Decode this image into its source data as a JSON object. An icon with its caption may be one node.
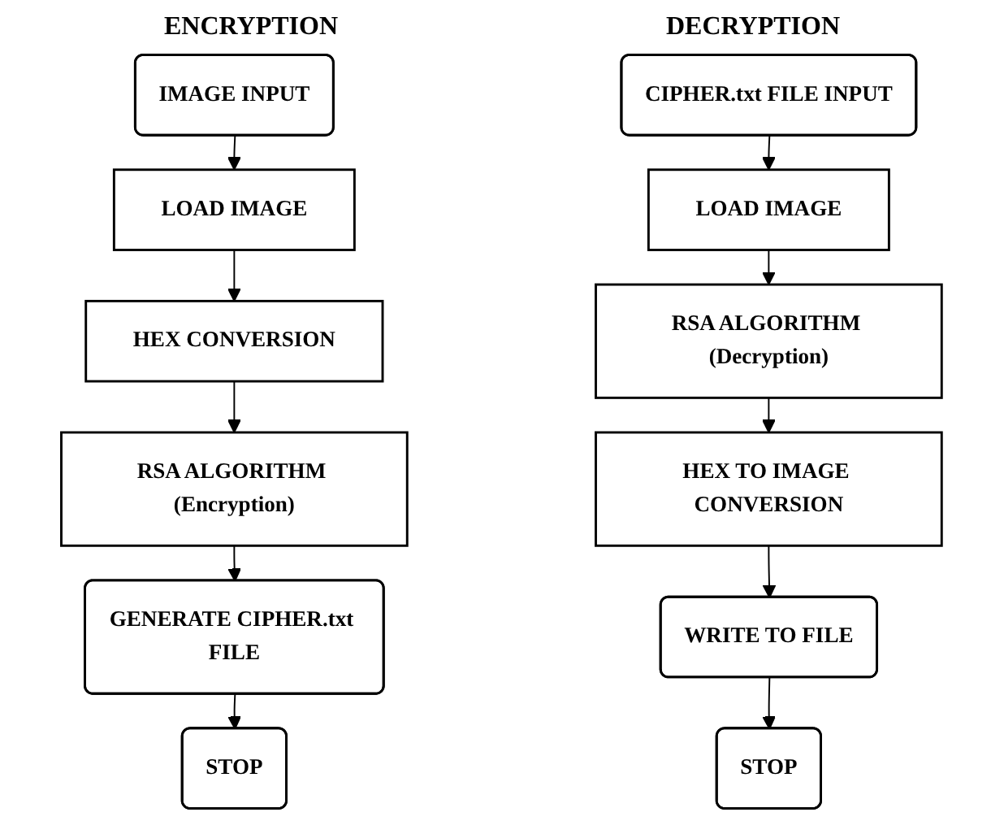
{
  "diagram": {
    "nodes": [
      {
        "text": [
          "IMAGE INPUT"
        ]
      },
      {
        "text": [
          "LOAD IMAGE"
        ]
      },
      {
        "text": [
          "HEX CONVERSION"
        ]
      },
      {
        "text": [
          "RSA ALGORITHM (Encryption)"
        ]
      },
      {
        "text": [
          "GENERATE CIPHER.txt FILE"
        ]
      },
      {
        "text": [
          "STOP"
        ]
      },
      {
        "text": [
          "CIPHER.txt FILE INPUT"
        ]
      },
      {
        "text": [
          "LOAD IMAGE"
        ]
      },
      {
        "text": [
          "RSA ALGORITHM (Decryption)"
        ]
      },
      {
        "text": [
          "HEX TO IMAGE CONVERSION"
        ]
      },
      {
        "text": [
          "WRITE TO FILE"
        ]
      },
      {
        "text": [
          "STOP"
        ]
      }
    ],
    "edges": [
      {
        "from": 0,
        "to": 1,
        "arrow": "to"
      },
      {
        "from": 1,
        "to": 2,
        "arrow": "to"
      },
      {
        "from": 2,
        "to": 3,
        "arrow": "to"
      },
      {
        "from": 3,
        "to": 4,
        "arrow": "to"
      },
      {
        "from": 4,
        "to": 5,
        "arrow": "to"
      },
      {
        "from": 6,
        "to": 7,
        "arrow": "to"
      },
      {
        "from": 7,
        "to": 8,
        "arrow": "to"
      },
      {
        "from": 8,
        "to": 9,
        "arrow": "to"
      },
      {
        "from": 9,
        "to": 10,
        "arrow": "to"
      },
      {
        "from": 10,
        "to": 11,
        "arrow": "to"
      }
    ],
    "labels": [
      "ENCRYPTION",
      "DECRYPTION"
    ]
  }
}
